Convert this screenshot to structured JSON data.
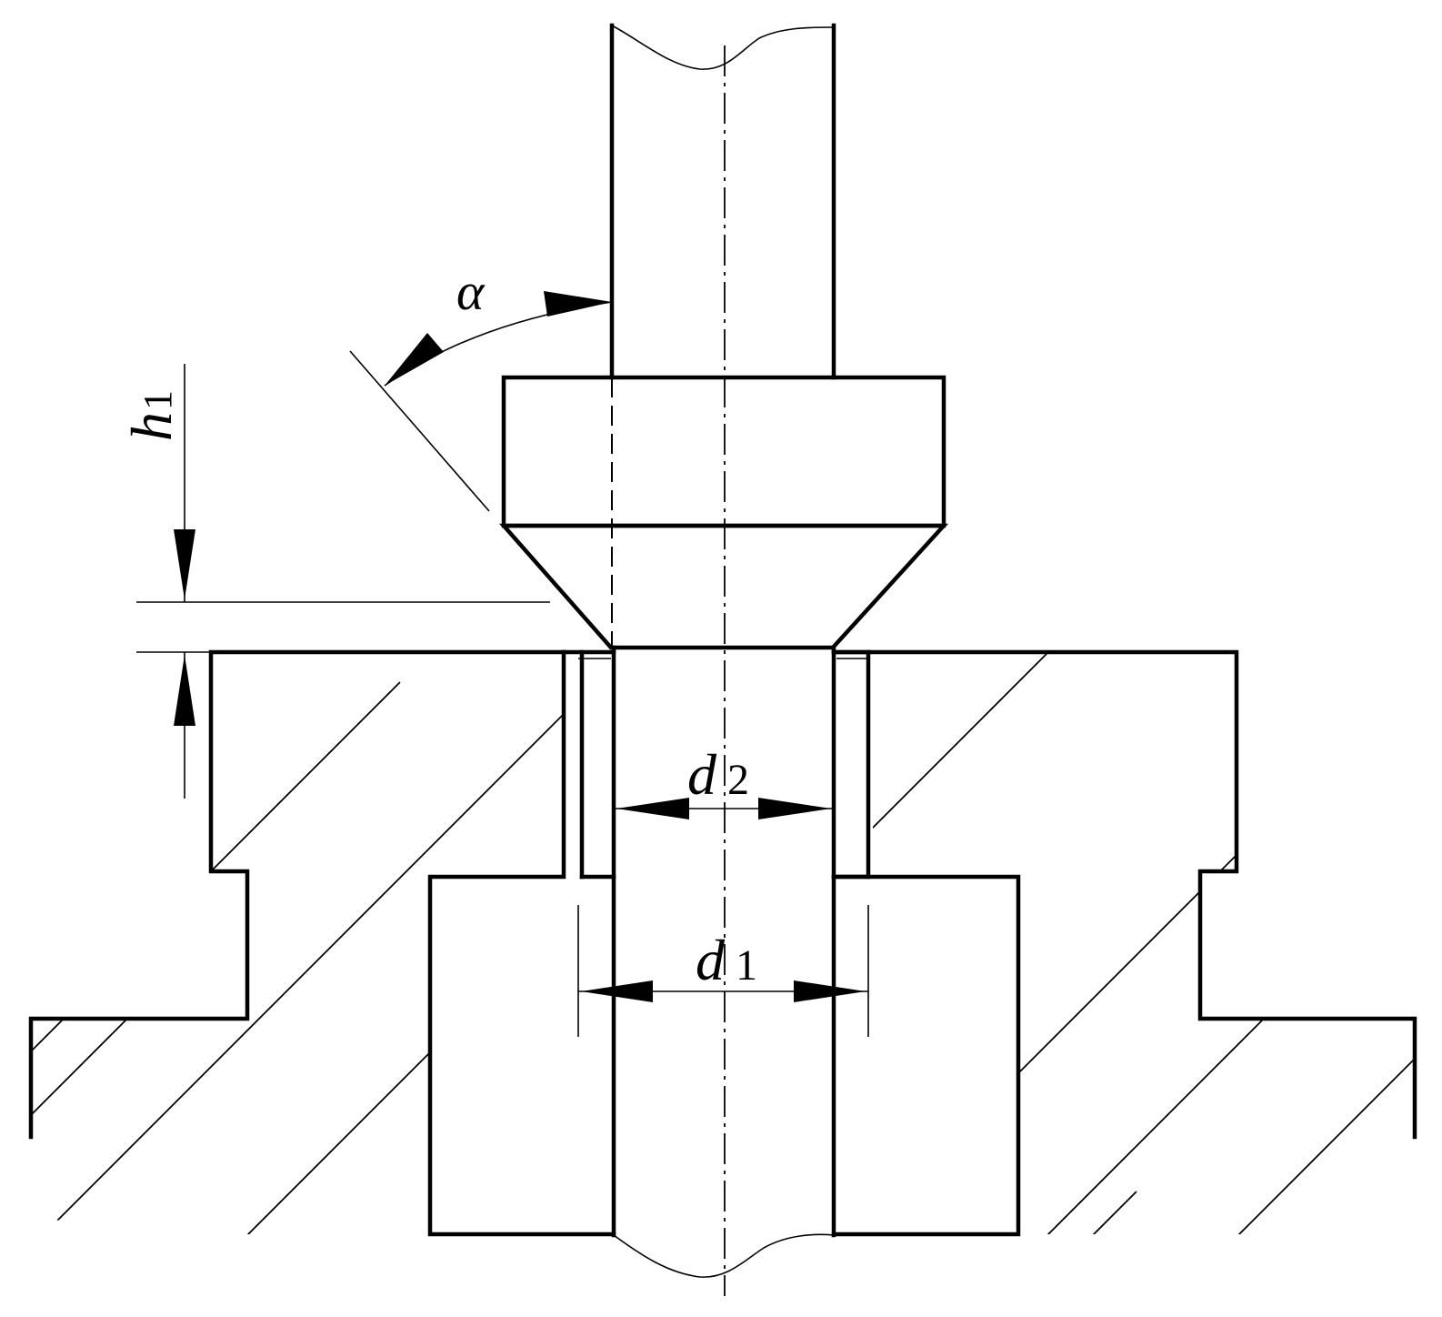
{
  "labels": {
    "alpha": "α",
    "h": "h",
    "h_sub": "1",
    "d2": "d",
    "d2_sub": "2",
    "d1": "d",
    "d1_sub": "1"
  }
}
